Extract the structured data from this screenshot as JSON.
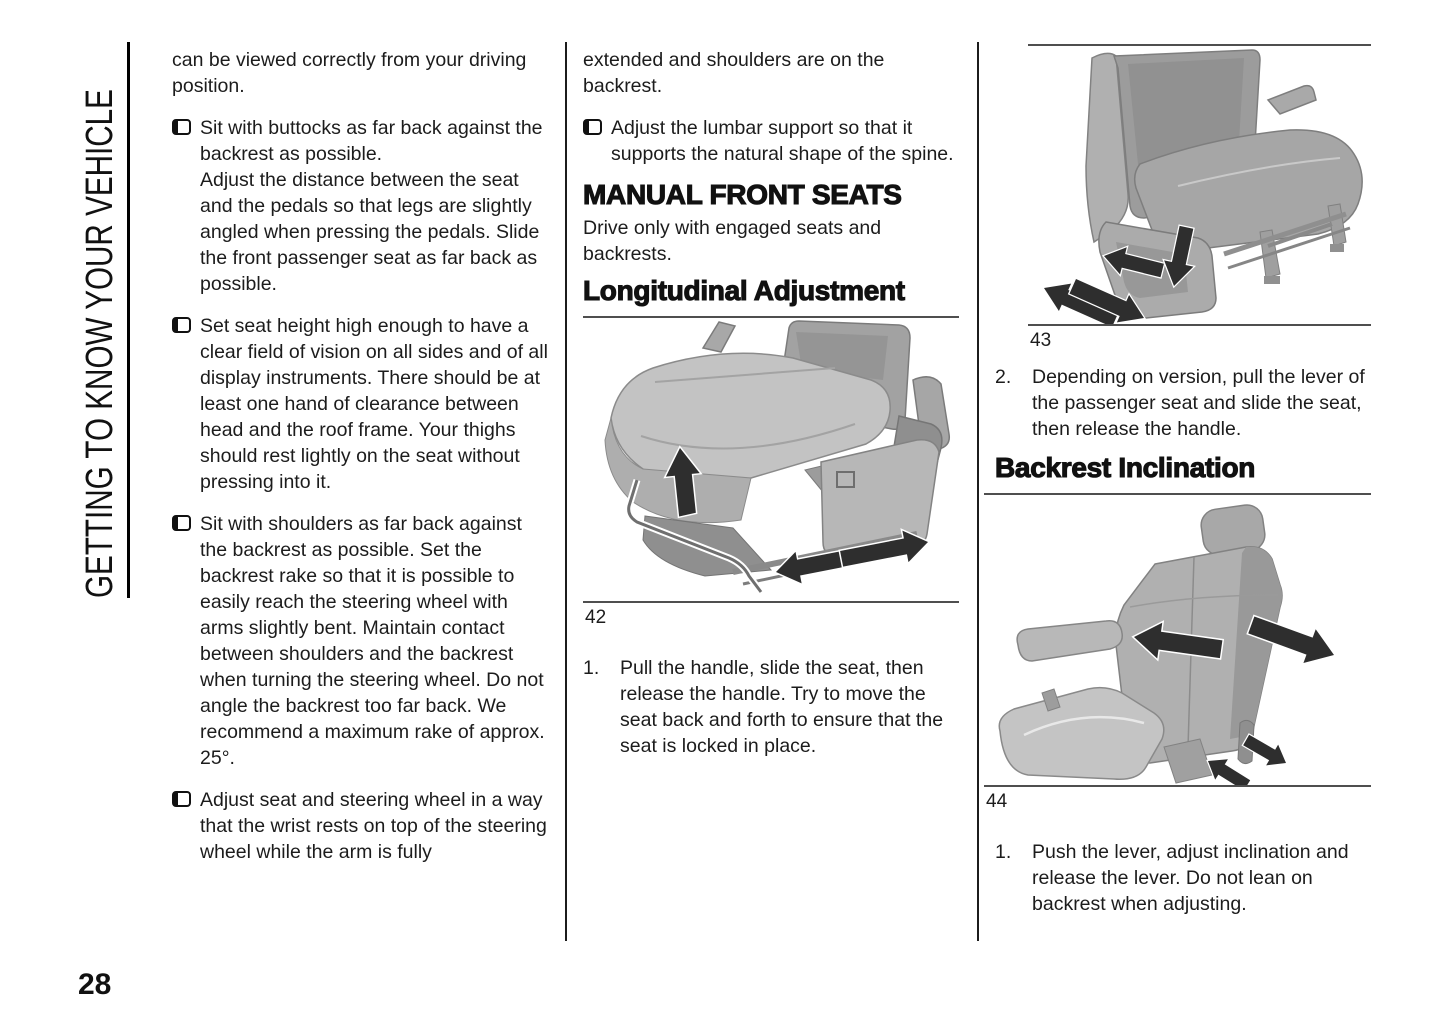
{
  "page": {
    "sidebar_title": "GETTING TO KNOW YOUR VEHICLE",
    "page_number": "28"
  },
  "icons": {
    "bullet": "checkbox-icon",
    "figure_arrows": [
      "up-arrow",
      "slide-double-arrow",
      "down-arrow",
      "tilt-arrows"
    ]
  },
  "col1": {
    "intro": "can be viewed correctly from your driving position.",
    "bullets": [
      {
        "text": "Sit with buttocks as far back against the backrest as possible.\nAdjust the distance between the seat and the pedals so that legs are slightly angled when pressing the pedals. Slide the front passenger seat as far back as possible."
      },
      {
        "text": "Set seat height high enough to have a clear field of vision on all sides and of all display instruments. There should be at least one hand of clearance between head and the roof frame. Your thighs should rest lightly on the seat without pressing into it."
      },
      {
        "text": "Sit with shoulders as far back against the backrest as possible. Set the backrest rake so that it is possible to easily reach the steering wheel with arms slightly bent. Maintain contact between shoulders and the backrest when turning the steering wheel. Do not angle the backrest too far back. We recommend a maximum rake of approx. 25°."
      },
      {
        "text": "Adjust seat and steering wheel in a way that the wrist rests on top of the steering wheel while the arm is fully"
      }
    ]
  },
  "col2": {
    "continuation": "extended and shoulders are on the backrest.",
    "bullet": {
      "text": "Adjust the lumbar support so that it supports the natural shape of the spine."
    },
    "section_heading": "MANUAL FRONT SEATS",
    "section_intro": "Drive only with engaged seats and backrests.",
    "sub_heading": "Longitudinal Adjustment",
    "figure": {
      "number": "42"
    },
    "step": {
      "num": "1.",
      "text": "Pull the handle, slide the seat, then release the handle. Try to move the seat back and forth to ensure that the seat is locked in place."
    }
  },
  "col3": {
    "figure_top": {
      "number": "43"
    },
    "step2": {
      "num": "2.",
      "text": "Depending on version, pull the lever of the passenger seat and slide the seat, then release the handle."
    },
    "sub_heading": "Backrest Inclination",
    "figure_bottom": {
      "number": "44"
    },
    "step1": {
      "num": "1.",
      "text": "Push the lever, adjust inclination and release the lever. Do not lean on backrest when adjusting."
    }
  }
}
